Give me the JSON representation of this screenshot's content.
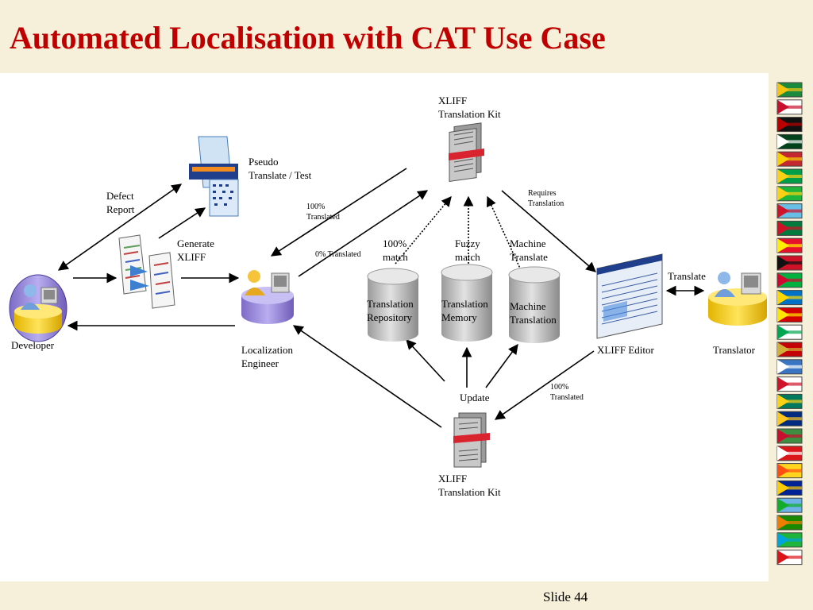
{
  "slide": {
    "title": "Automated Localisation with CAT Use Case",
    "footer": "Slide 44"
  },
  "labels": {
    "xliff_kit_top": [
      "XLIFF",
      "Translation Kit"
    ],
    "pseudo": [
      "Pseudo",
      "Translate / Test"
    ],
    "defect_report": [
      "Defect",
      "Report"
    ],
    "generate_xliff": [
      "Generate",
      "XLIFF"
    ],
    "developer": "Developer",
    "loc_engineer": [
      "Localization",
      "Engineer"
    ],
    "pct100_translated_left": [
      "100%",
      "Translated"
    ],
    "pct0_translated": "0% Translated",
    "match100": [
      "100%",
      "match"
    ],
    "fuzzy_match": [
      "Fuzzy",
      "match"
    ],
    "machine_translate": [
      "Machine",
      "Translate"
    ],
    "requires_translation": [
      "Requires",
      "Translation"
    ],
    "translate": "Translate",
    "translation_repository": [
      "Translation",
      "Repository"
    ],
    "translation_memory": [
      "Translation",
      "Memory"
    ],
    "machine_translation": [
      "Machine",
      "Translation"
    ],
    "xliff_editor": "XLIFF Editor",
    "translator": "Translator",
    "update": "Update",
    "pct100_translated_right": [
      "100%",
      "Translated"
    ],
    "xliff_kit_bottom": [
      "XLIFF",
      "Translation Kit"
    ]
  },
  "colors": {
    "title": "#c00000",
    "band": "#f6efd9",
    "kit_red": "#d9232e",
    "cylinder": "#bfbfbf"
  },
  "flags": [
    {
      "name": "jamaica-flag",
      "bg": "#1b8a3c",
      "fg": "#f4c40f"
    },
    {
      "name": "lesotho-flag",
      "bg": "#ffffff",
      "fg": "#c8102e"
    },
    {
      "name": "kenya-flag",
      "bg": "#111111",
      "fg": "#bb0000"
    },
    {
      "name": "pakistan-flag",
      "bg": "#01411c",
      "fg": "#ffffff"
    },
    {
      "name": "mongolia-flag",
      "bg": "#c4272f",
      "fg": "#f9cf02"
    },
    {
      "name": "guyana-flag",
      "bg": "#009e49",
      "fg": "#fcd116"
    },
    {
      "name": "tanzania-flag",
      "bg": "#1eb53a",
      "fg": "#fcd116"
    },
    {
      "name": "fiji-flag",
      "bg": "#68bfe5",
      "fg": "#cf142b"
    },
    {
      "name": "jordan-flag",
      "bg": "#007a3d",
      "fg": "#ce1126"
    },
    {
      "name": "kyrgyz-flag",
      "bg": "#e8112d",
      "fg": "#ffef00"
    },
    {
      "name": "papua-flag",
      "bg": "#ce1126",
      "fg": "#111111"
    },
    {
      "name": "wales-flag",
      "bg": "#00b140",
      "fg": "#d30731"
    },
    {
      "name": "caribbean-flag",
      "bg": "#0072c6",
      "fg": "#ffd700"
    },
    {
      "name": "macedonia-flag",
      "bg": "#d20000",
      "fg": "#ffe600"
    },
    {
      "name": "lebanon-flag",
      "bg": "#ffffff",
      "fg": "#00a651"
    },
    {
      "name": "montenegro-flag",
      "bg": "#c40308",
      "fg": "#d4af37"
    },
    {
      "name": "comoros-flag",
      "bg": "#3a75c4",
      "fg": "#ffffff"
    },
    {
      "name": "malta-flag",
      "bg": "#ffffff",
      "fg": "#cf142b"
    },
    {
      "name": "macau-flag",
      "bg": "#00785e",
      "fg": "#fbd116"
    },
    {
      "name": "nauru-flag",
      "bg": "#002b7f",
      "fg": "#ffc61e"
    },
    {
      "name": "lesser-flag",
      "bg": "#3e8e41",
      "fg": "#c8102e"
    },
    {
      "name": "oman-flag",
      "bg": "#db161b",
      "fg": "#ffffff"
    },
    {
      "name": "bhutan-flag",
      "bg": "#ffd520",
      "fg": "#ff4e12"
    },
    {
      "name": "bosnia-flag",
      "bg": "#002395",
      "fg": "#fecb00"
    },
    {
      "name": "djibouti-flag",
      "bg": "#6ab2e7",
      "fg": "#12ad2b"
    },
    {
      "name": "zambia-flag",
      "bg": "#198a00",
      "fg": "#ef7d00"
    },
    {
      "name": "tanzania-2-flag",
      "bg": "#1eb53a",
      "fg": "#00a3dd"
    },
    {
      "name": "oman-2-flag",
      "bg": "#ffffff",
      "fg": "#db161b"
    }
  ]
}
